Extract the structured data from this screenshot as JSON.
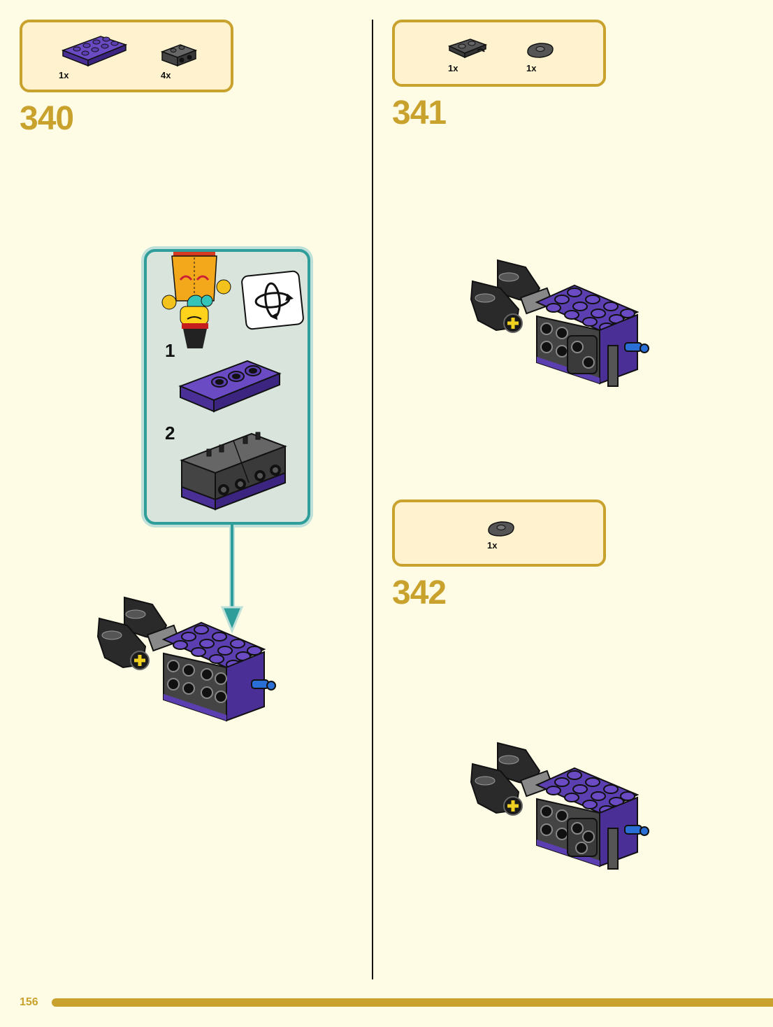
{
  "page": {
    "number": "156"
  },
  "steps": [
    {
      "number": "340",
      "parts": [
        {
          "qty": "1x",
          "icon": "purple-plate-2x4-icon"
        },
        {
          "qty": "4x",
          "icon": "dark-gray-bracket-icon"
        }
      ],
      "callout": {
        "substeps": [
          "1",
          "2"
        ],
        "icon": "rotate-model-icon"
      }
    },
    {
      "number": "341",
      "parts": [
        {
          "qty": "1x",
          "icon": "dark-gray-clip-plate-icon"
        },
        {
          "qty": "1x",
          "icon": "dark-gray-jumper-plate-icon"
        }
      ]
    },
    {
      "number": "342",
      "parts": [
        {
          "qty": "1x",
          "icon": "dark-gray-jumper-plate-icon"
        }
      ]
    }
  ],
  "colors": {
    "accent_gold": "#c9a22e",
    "callout_teal": "#2f9e9b",
    "brick_purple": "#5b3fb0",
    "brick_dark_gray": "#4a4a4a",
    "pin_blue": "#2a6fd6"
  }
}
